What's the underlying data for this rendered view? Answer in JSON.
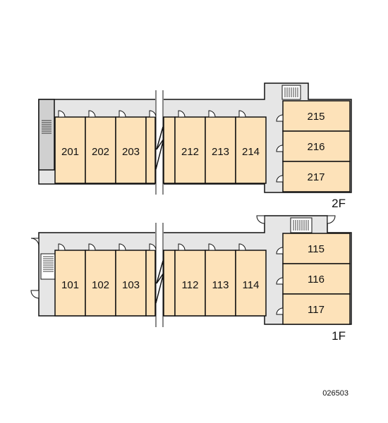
{
  "floors": [
    {
      "label": "2F",
      "rooms_left": [
        "201",
        "202",
        "203"
      ],
      "rooms_right": [
        "212",
        "213",
        "214"
      ],
      "rooms_wing": [
        "215",
        "216",
        "217"
      ]
    },
    {
      "label": "1F",
      "rooms_left": [
        "101",
        "102",
        "103"
      ],
      "rooms_right": [
        "112",
        "113",
        "114"
      ],
      "rooms_wing": [
        "115",
        "116",
        "117"
      ]
    }
  ],
  "code": "026503",
  "colors": {
    "room_fill": "#fde2b9",
    "corridor_fill": "#e6e6e6",
    "wall": "#111111",
    "background": "#ffffff"
  }
}
